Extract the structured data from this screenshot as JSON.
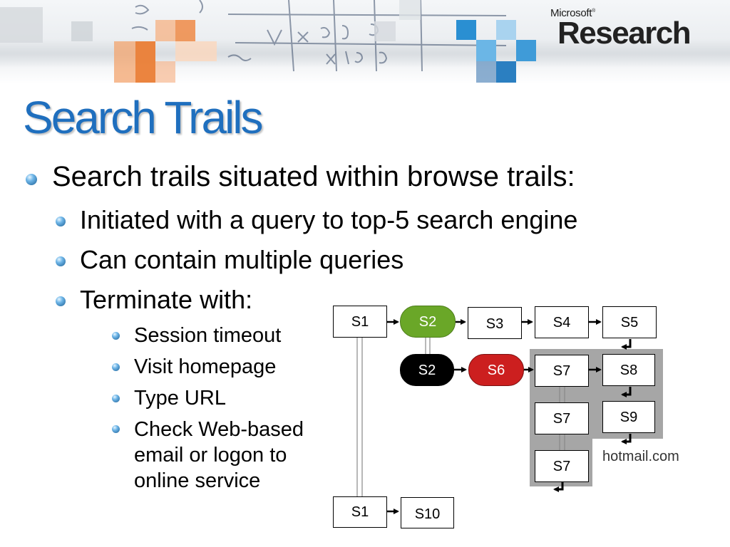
{
  "brand": {
    "company": "Microsoft",
    "division": "Research"
  },
  "slide": {
    "title": "Search Trails",
    "bullets": {
      "main": "Search trails situated within browse trails:",
      "sub1": "Initiated with a query to top-5 search engine",
      "sub2": "Can contain multiple queries",
      "sub3": "Terminate with:",
      "term1": "Session timeout",
      "term2": "Visit homepage",
      "term3": "Type URL",
      "term4a": "Check Web-based",
      "term4b": "email or logon to",
      "term4c": "online service"
    }
  },
  "diagram": {
    "nodes": {
      "s1_top": "S1",
      "s2_green": "S2",
      "s3": "S3",
      "s4": "S4",
      "s5": "S5",
      "s2_black": "S2",
      "s6_red": "S6",
      "s7_a": "S7",
      "s8": "S8",
      "s7_b": "S7",
      "s9": "S9",
      "s7_c": "S7",
      "s1_bottom": "S1",
      "s10": "S10"
    },
    "site_label": "hotmail.com",
    "colors": {
      "s2_green": "#6aa728",
      "s2_black": "#000000",
      "s6_red": "#cc1f1f",
      "panel": "#a6a6a6",
      "title": "#1f6fbe"
    }
  }
}
